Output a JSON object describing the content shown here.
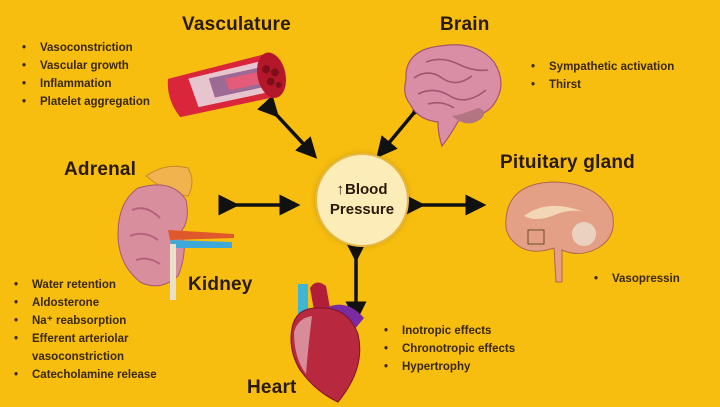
{
  "center": {
    "arrow_glyph": "↑",
    "line1": "Blood",
    "line2": "Pressure",
    "fill_color": "#FBECB8"
  },
  "background_color": "#F7BE0F",
  "organs": {
    "vasculature": {
      "title": "Vasculature",
      "effects": [
        "Vasoconstriction",
        "Vascular growth",
        "Inflammation",
        "Platelet aggregation"
      ]
    },
    "brain": {
      "title": "Brain",
      "effects": [
        "Sympathetic activation",
        "Thirst"
      ]
    },
    "pituitary": {
      "title": "Pituitary gland",
      "effects": [
        "Vasopressin"
      ]
    },
    "adrenal": {
      "title": "Adrenal"
    },
    "kidney": {
      "title": "Kidney",
      "effects": [
        "Water retention",
        "Aldosterone",
        "Na⁺ reabsorption",
        "Efferent arteriolar",
        "vasoconstriction",
        "Catecholamine release"
      ]
    },
    "heart": {
      "title": "Heart",
      "effects": [
        "Inotropic effects",
        "Chronotropic effects",
        "Hypertrophy"
      ]
    }
  }
}
